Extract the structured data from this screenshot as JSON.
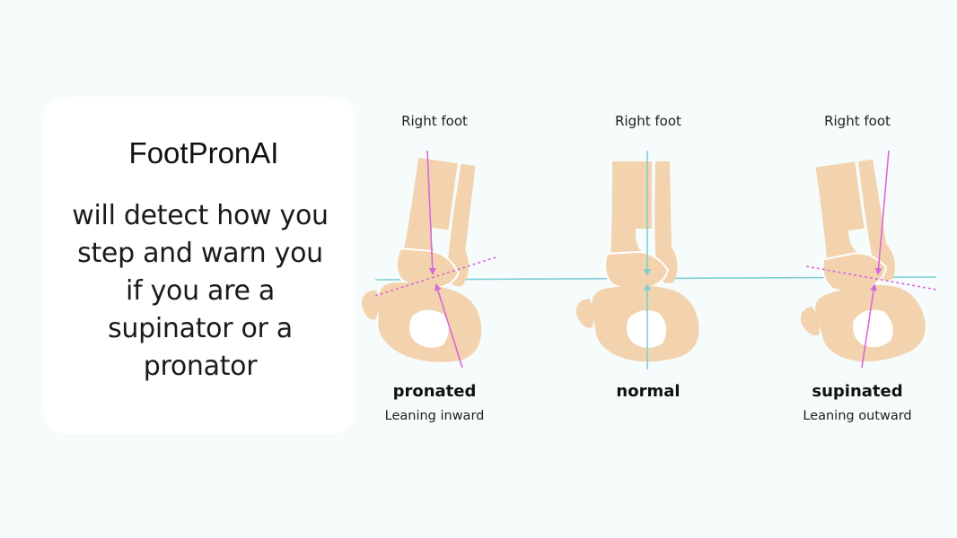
{
  "card": {
    "title": "FootPronAI",
    "body": "will detect how you step and warn you if you are a supinator or a pronator"
  },
  "panels": [
    {
      "heading": "Right foot",
      "label": "pronated",
      "sublabel": "Leaning inward"
    },
    {
      "heading": "Right foot",
      "label": "normal",
      "sublabel": ""
    },
    {
      "heading": "Right foot",
      "label": "supinated",
      "sublabel": "Leaning outward"
    }
  ],
  "colors": {
    "background": "#f6fbfc",
    "card": "#ffffff",
    "bone": "#f2d3ad",
    "bone_dark": "#e9c495",
    "axis_line": "#7fcfd6",
    "deviation_line": "#d86ad8"
  }
}
